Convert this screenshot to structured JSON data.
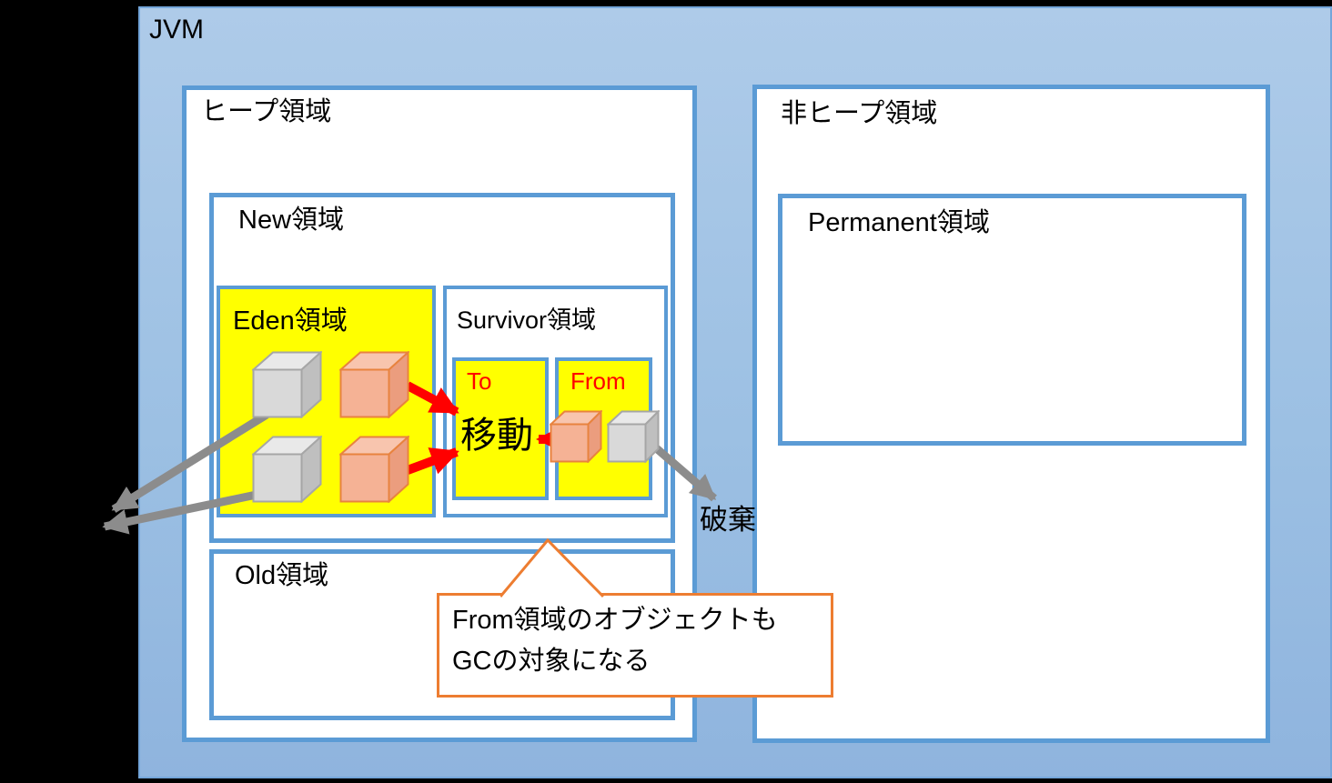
{
  "diagram": {
    "jvm_label": "JVM",
    "heap_label": "ヒープ領域",
    "new_label": "New領域",
    "eden_label": "Eden領域",
    "survivor_label": "Survivor領域",
    "to_label": "To",
    "from_label": "From",
    "old_label": "Old領域",
    "nonheap_label": "非ヒープ領域",
    "permanent_label": "Permanent領域",
    "move_label": "移動",
    "discard_label": "破棄",
    "callout": {
      "line1": "From領域のオブジェクトも",
      "line2": "GCの対象になる"
    }
  },
  "objects": {
    "eden_cubes": [
      "gray",
      "orange",
      "gray",
      "orange"
    ],
    "from_cubes": [
      "orange",
      "gray"
    ]
  },
  "colors": {
    "box_border_blue": "#5b9bd5",
    "region_yellow": "#ffff00",
    "arrow_red": "#ff0000",
    "arrow_gray": "#8c8c8c",
    "callout_border_orange": "#ed7d31",
    "jvm_bg_top": "#aecbe9",
    "jvm_bg_bottom": "#8fb4de",
    "cube_orange": "#f5b295",
    "cube_gray": "#d9d9d9",
    "text_black": "#000000"
  }
}
